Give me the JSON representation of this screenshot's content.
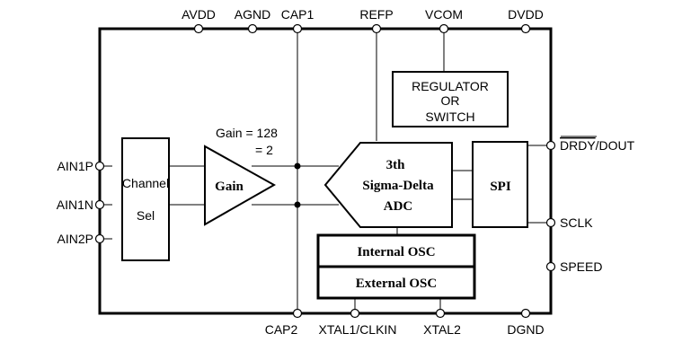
{
  "diagram": {
    "top_pins": [
      "AVDD",
      "AGND",
      "CAP1",
      "REFP",
      "VCOM",
      "DVDD"
    ],
    "left_pins": [
      "AIN1P",
      "AIN1N",
      "AIN2P"
    ],
    "right_pins": {
      "drdy_overbar": "DRDY",
      "drdy_rest": "/DOUT",
      "sclk": "SCLK",
      "speed": "SPEED"
    },
    "bottom_pins": [
      "CAP2",
      "XTAL1/CLKIN",
      "XTAL2",
      "DGND"
    ],
    "blocks": {
      "channel_sel": [
        "Channel",
        "Sel"
      ],
      "gain": "Gain",
      "gain_note": [
        "Gain = 128",
        "= 2"
      ],
      "adc": [
        "3th",
        "Sigma-Delta",
        "ADC"
      ],
      "spi": "SPI",
      "regulator": [
        "REGULATOR",
        "OR",
        "SWITCH"
      ],
      "internal_osc": "Internal OSC",
      "external_osc": "External OSC"
    }
  }
}
